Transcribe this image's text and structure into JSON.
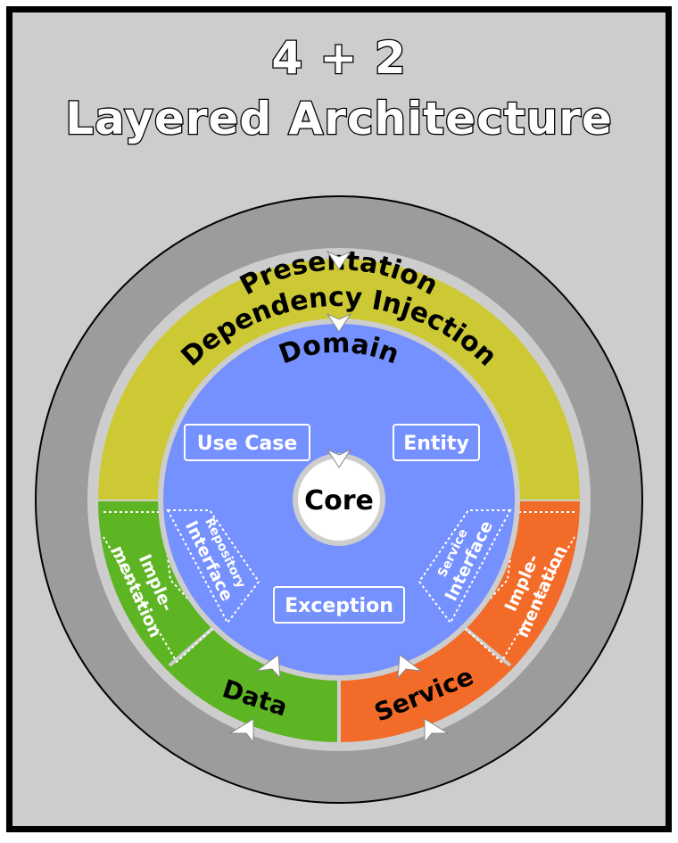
{
  "title": {
    "line1": "4 + 2",
    "line2": "Layered Architecture"
  },
  "layers": {
    "dependency_injection": "Dependency Injection",
    "presentation": "Presentation",
    "domain": "Domain",
    "data": "Data",
    "service": "Service",
    "core": "Core"
  },
  "domain_boxes": {
    "use_case": "Use Case",
    "entity": "Entity",
    "exception": "Exception"
  },
  "data_parts": {
    "implementation_line1": "Imple-",
    "implementation_line2": "mentation",
    "interface_small": "Repository",
    "interface": "Interface"
  },
  "service_parts": {
    "implementation_line1": "Imple-",
    "implementation_line2": "mentation",
    "interface_small": "Service",
    "interface": "Interface"
  },
  "colors": {
    "background": "#cdcdcd",
    "di_ring": "#9c9c9c",
    "presentation": "#cdc935",
    "domain": "#7590ff",
    "data": "#5db523",
    "service": "#f36b28",
    "core": "#ffffff"
  }
}
